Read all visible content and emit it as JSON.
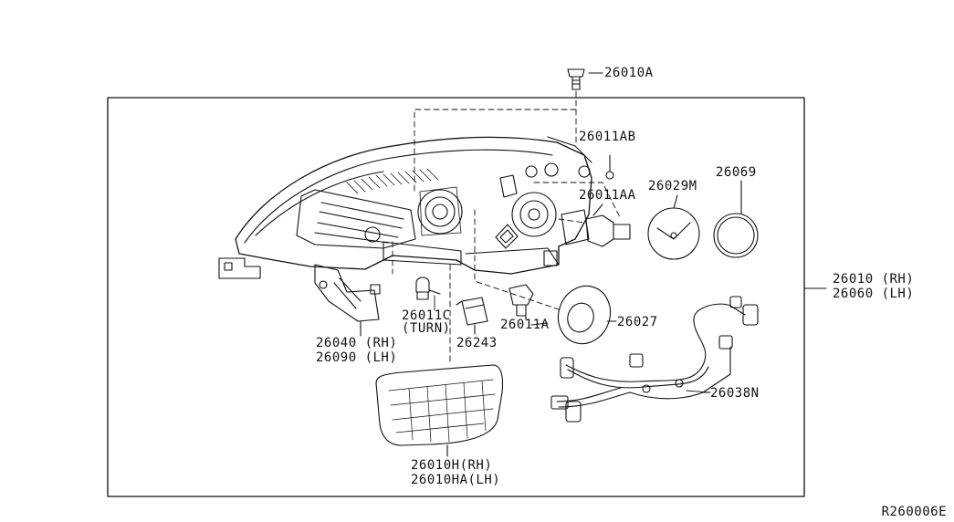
{
  "labels": {
    "bolt": "26010A",
    "bulb_ab": "26011AB",
    "bulb_aa": "26011AA",
    "cap_m": "26029M",
    "seal": "26069",
    "assy_rh": "26010 (RH)",
    "assy_lh": "26060 (LH)",
    "bulb_turn": "26011C",
    "turn": "(TURN)",
    "socket": "26243",
    "bulb_a": "26011A",
    "cap": "26027",
    "bracket_rh": "26040 (RH)",
    "bracket_lh": "26090 (LH)",
    "harness": "26038N",
    "cover_rh": "26010H(RH)",
    "cover_lh": "26010HA(LH)"
  },
  "reference": "R260006E",
  "colors": {
    "line": "#111111",
    "background": "#ffffff"
  }
}
